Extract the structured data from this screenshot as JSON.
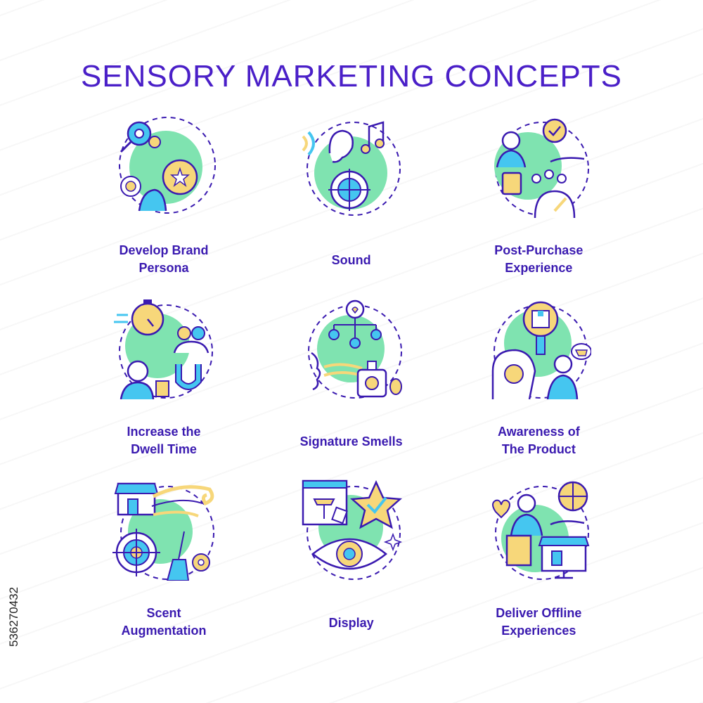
{
  "title": "SENSORY MARKETING CONCEPTS",
  "stock_id": "536270432",
  "colors": {
    "title": "#4a1fc8",
    "stroke": "#3a1ab0",
    "green": "#7fe3b0",
    "yellow": "#f7d77a",
    "blue": "#45c6f0"
  },
  "items": [
    {
      "lines": [
        "Develop Brand",
        "Persona"
      ],
      "icon": "brand-persona-icon"
    },
    {
      "lines": [
        "Sound"
      ],
      "icon": "sound-icon"
    },
    {
      "lines": [
        "Post-Purchase",
        "Experience"
      ],
      "icon": "post-purchase-icon"
    },
    {
      "lines": [
        "Increase the",
        "Dwell Time"
      ],
      "icon": "dwell-time-icon"
    },
    {
      "lines": [
        "Signature Smells"
      ],
      "icon": "signature-smells-icon"
    },
    {
      "lines": [
        "Awareness of",
        "The Product"
      ],
      "icon": "product-awareness-icon"
    },
    {
      "lines": [
        "Scent",
        "Augmentation"
      ],
      "icon": "scent-augmentation-icon"
    },
    {
      "lines": [
        "Display"
      ],
      "icon": "display-icon"
    },
    {
      "lines": [
        "Deliver Offline",
        "Experiences"
      ],
      "icon": "offline-experiences-icon"
    }
  ]
}
